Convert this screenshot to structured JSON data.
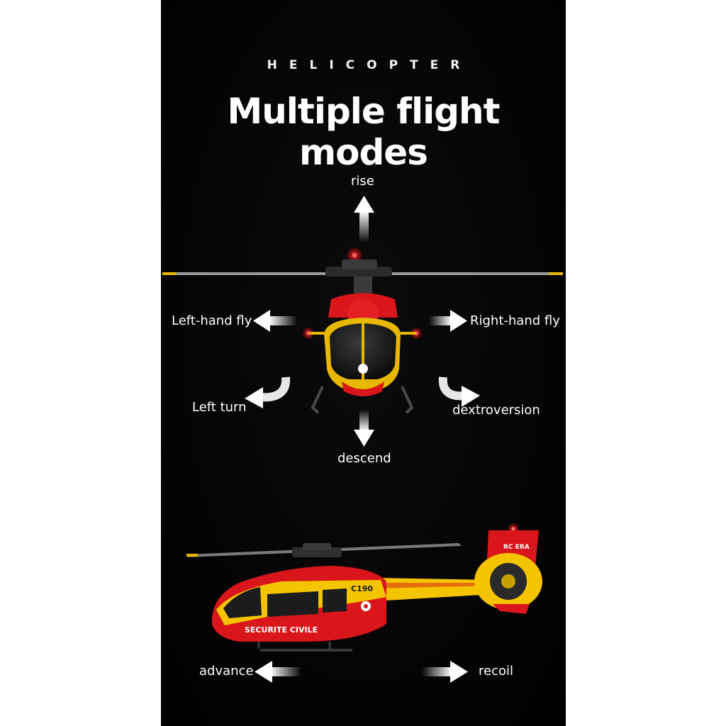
{
  "header": {
    "brand": "HELICOPTER",
    "title": "Multiple flight modes"
  },
  "modes": {
    "rise": "rise",
    "left_hand_fly": "Left-hand fly",
    "right_hand_fly": "Right-hand fly",
    "left_turn": "Left turn",
    "dextroversion": "dextroversion",
    "descend": "descend",
    "advance": "advance",
    "recoil": "recoil"
  },
  "helicopter": {
    "brand_mark": "RC ERA",
    "model_code": "C190",
    "fuselage_text": "SECURITE CIVILE",
    "colors": {
      "body_red": "#d8161b",
      "body_yellow": "#f5c400",
      "background": "#000000"
    }
  }
}
